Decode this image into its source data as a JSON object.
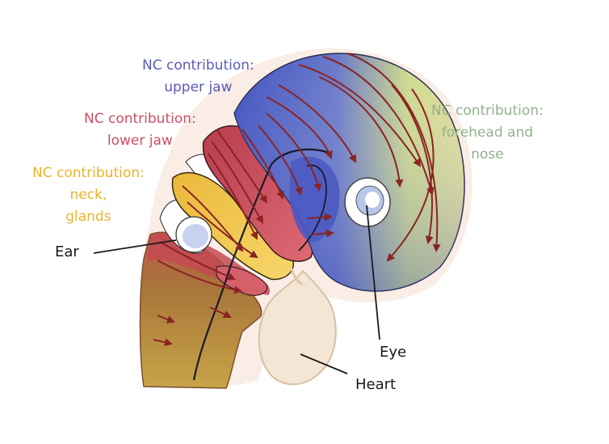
{
  "labels": {
    "upper_jaw": {
      "lines": [
        "NC contribution:",
        "upper jaw"
      ],
      "color": "#5a5ab8"
    },
    "lower_jaw": {
      "lines": [
        "NC contribution:",
        "lower jaw"
      ],
      "color": "#cc4f66"
    },
    "neck": {
      "lines": [
        "NC contribution:",
        "neck,",
        "glands"
      ],
      "color": "#e8b42c"
    },
    "forehead": {
      "lines": [
        "NC contribution:",
        "forehead and",
        "nose"
      ],
      "color": "#92b28e"
    },
    "ear": "Ear",
    "eye": "Eye",
    "heart": "Heart"
  },
  "palette": {
    "blue": "#5260c4",
    "green": "#d8de8c",
    "red": "#c84a5c",
    "yellow": "#f0c84c",
    "brown": "#a8783a",
    "arrow": "#8a2424",
    "outline": "#1a1a2a"
  },
  "icons": [
    "embryo-illustration",
    "eye-icon",
    "ear-icon",
    "heart-icon"
  ]
}
